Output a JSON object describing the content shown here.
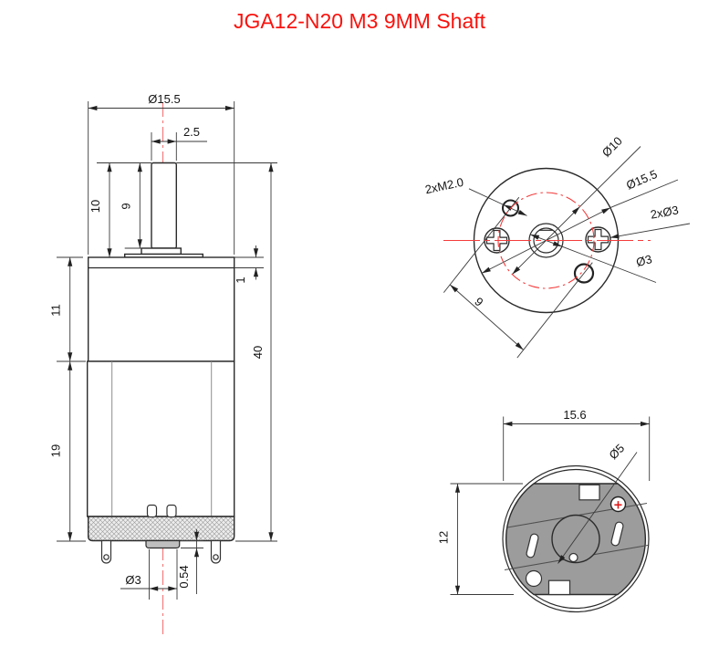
{
  "title": "JGA12-N20 M3 9MM Shaft",
  "colors": {
    "title_red": "#fa120d",
    "centerline_red": "#f47c7c",
    "detail_red": "#f43b3b",
    "motor_gray": "#9c9c9c",
    "line_dark": "#2b2b2b"
  },
  "side_view": {
    "dims": {
      "overall_dia": "Ø15.5",
      "shaft_dia": "2.5",
      "shaft_len_total": "10",
      "shaft_len_exposed": "9",
      "flange_thickness": "1",
      "gearbox_length": "11",
      "motor_length": "19",
      "overall_length": "40",
      "boss_dia": "Ø3",
      "boss_height": "0.54"
    }
  },
  "front_view": {
    "labels": {
      "pilot_circle": "Ø10",
      "face_dia": "Ø15.5",
      "screw_heads": "2xØ3",
      "shaft_dia": "Ø3",
      "mount_holes": "2xM2.0",
      "hole_spacing": "9"
    }
  },
  "rear_view": {
    "labels": {
      "width": "15.6",
      "can_height": "12",
      "bearing_dia": "Ø5"
    },
    "polarity": "+"
  }
}
